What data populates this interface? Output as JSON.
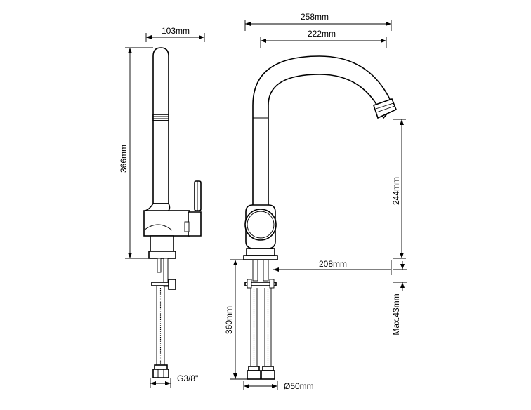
{
  "dimensions": {
    "side_width": "103mm",
    "side_height": "366mm",
    "hose_thread": "G3/8\"",
    "overall_reach": "258mm",
    "spout_reach": "222mm",
    "spout_height": "244mm",
    "spout_offset": "208mm",
    "max_deck_thickness": "Max.43mm",
    "hose_length": "360mm",
    "base_diameter": "Ø50mm"
  },
  "colors": {
    "line": "#000000",
    "background": "#ffffff"
  }
}
